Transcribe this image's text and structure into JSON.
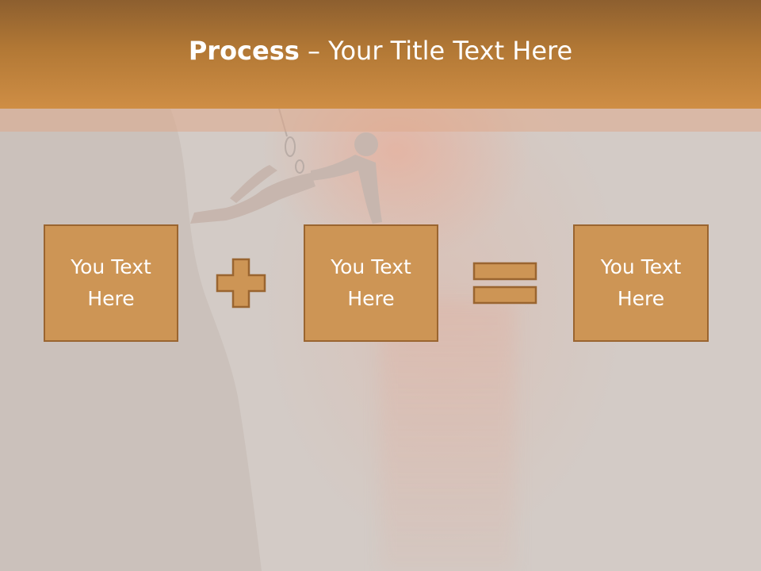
{
  "slide": {
    "title_bold": "Process",
    "title_rest": " – Your Title Text Here",
    "boxes": [
      {
        "text": "You Text Here"
      },
      {
        "text": "You Text Here"
      },
      {
        "text": "You Text Here"
      }
    ],
    "operators": [
      "plus-icon",
      "equals-icon"
    ]
  },
  "colors": {
    "header_top": "#8d5f2f",
    "header_bottom": "#cf8e45",
    "box_fill": "#cd9555",
    "box_border": "#9a6530",
    "background": "#d3cbc6"
  }
}
